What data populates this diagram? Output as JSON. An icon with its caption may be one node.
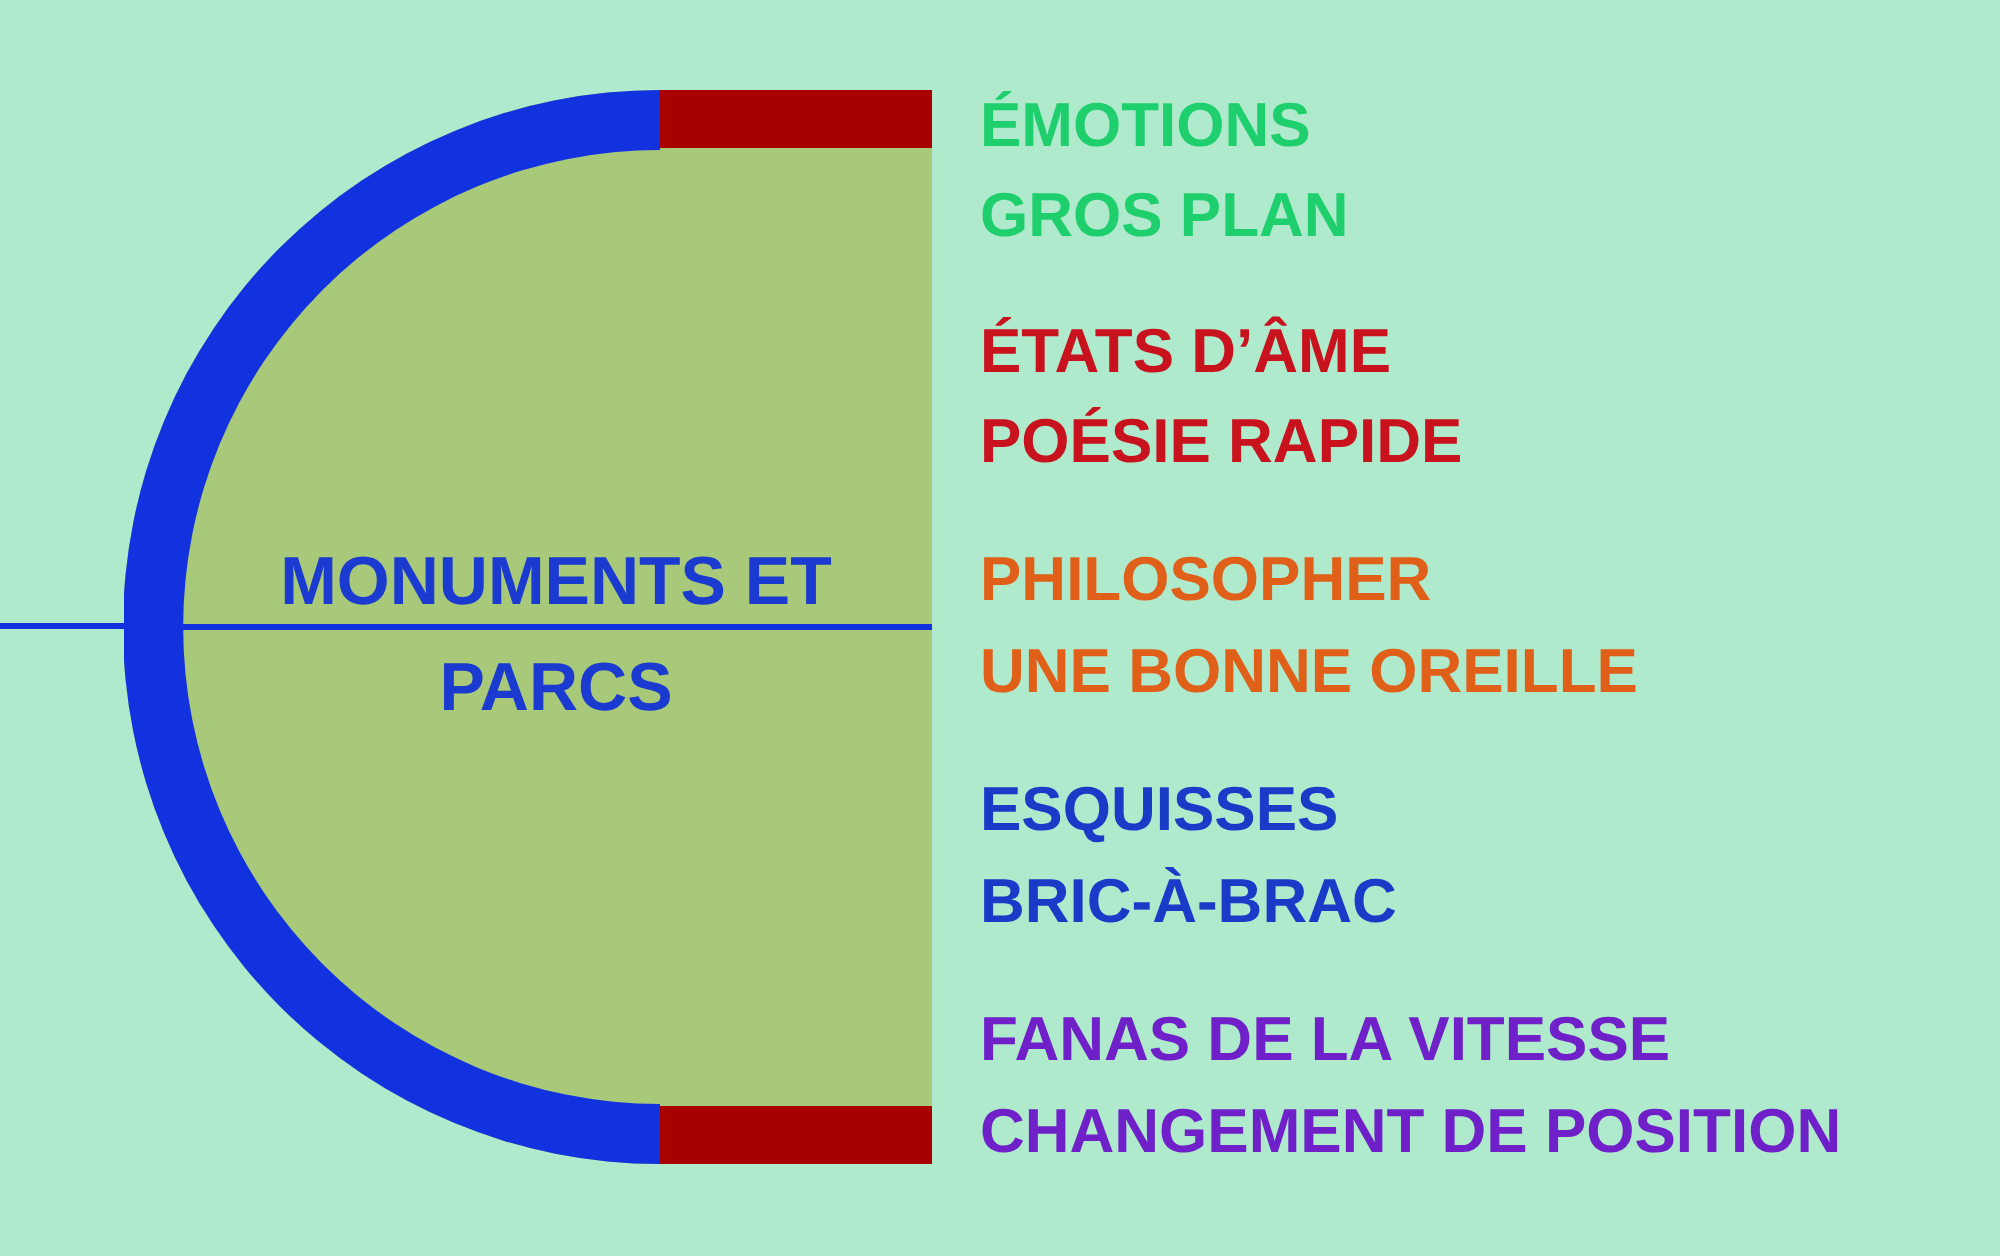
{
  "diagram": {
    "nodes": [
      {
        "text": [
          "MONUMENTS ET PARCS"
        ]
      }
    ],
    "labels": [
      "ÉMOTIONS",
      "GROS PLAN",
      "ÉTATS D’ÂME",
      "POÉSIE RAPIDE",
      "PHILOSOPHER",
      "UNE BONNE OREILLE",
      "ESQUISSES",
      "BRIC-À-BRAC",
      "FANAS DE LA VITESSE",
      "CHANGEMENT DE POSITION"
    ]
  }
}
